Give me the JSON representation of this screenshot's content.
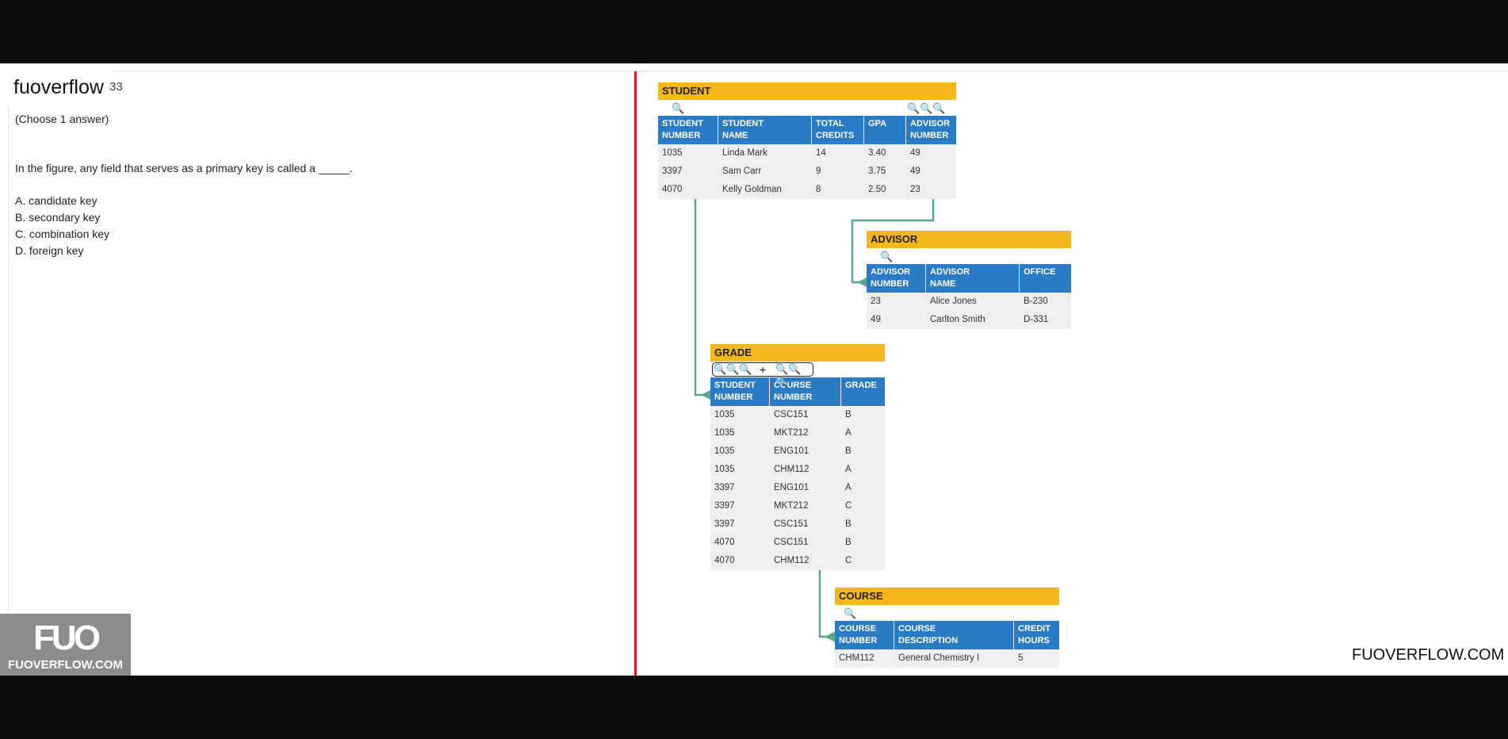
{
  "app": {
    "brand": "fuoverflow",
    "brand_fragment": "33",
    "footer_site": "FUOVERFLOW.COM",
    "watermark_logo": "FUO",
    "watermark_text": "FUOVERFLOW.COM"
  },
  "question": {
    "instruction": "(Choose 1 answer)",
    "prompt": "In the figure, any field that serves as a primary key is called a _____.",
    "options": [
      "A. candidate key",
      "B. secondary key",
      "C. combination key",
      "D. foreign key"
    ]
  },
  "figure": {
    "student": {
      "title": "STUDENT",
      "headers": [
        "STUDENT\nNUMBER",
        "STUDENT\nNAME",
        "TOTAL\nCREDITS",
        "GPA",
        "ADVISOR\nNUMBER"
      ],
      "rows": [
        [
          "1035",
          "Linda Mark",
          "14",
          "3.40",
          "49"
        ],
        [
          "3397",
          "Sam Carr",
          "9",
          "3.75",
          "49"
        ],
        [
          "4070",
          "Kelly Goldman",
          "8",
          "2.50",
          "23"
        ]
      ]
    },
    "advisor": {
      "title": "ADVISOR",
      "headers": [
        "ADVISOR\nNUMBER",
        "ADVISOR\nNAME",
        "OFFICE"
      ],
      "rows": [
        [
          "23",
          "Alice Jones",
          "B-230"
        ],
        [
          "49",
          "Carlton Smith",
          "D-331"
        ]
      ]
    },
    "grade": {
      "title": "GRADE",
      "combo_plus": "+",
      "headers": [
        "STUDENT\nNUMBER",
        "COURSE\nNUMBER",
        "GRADE"
      ],
      "rows": [
        [
          "1035",
          "CSC151",
          "B"
        ],
        [
          "1035",
          "MKT212",
          "A"
        ],
        [
          "1035",
          "ENG101",
          "B"
        ],
        [
          "1035",
          "CHM112",
          "A"
        ],
        [
          "3397",
          "ENG101",
          "A"
        ],
        [
          "3397",
          "MKT212",
          "C"
        ],
        [
          "3397",
          "CSC151",
          "B"
        ],
        [
          "4070",
          "CSC151",
          "B"
        ],
        [
          "4070",
          "CHM112",
          "C"
        ]
      ]
    },
    "course": {
      "title": "COURSE",
      "headers": [
        "COURSE\nNUMBER",
        "COURSE\nDESCRIPTION",
        "CREDIT\nHOURS"
      ],
      "rows": [
        [
          "CHM112",
          "General Chemistry I",
          "5"
        ]
      ]
    },
    "colors": {
      "title_bar": "#f4b81c",
      "header": "#2a7bc5",
      "row": "#efefef",
      "arrow": "#5aa888",
      "divider": "#e3131b"
    }
  }
}
